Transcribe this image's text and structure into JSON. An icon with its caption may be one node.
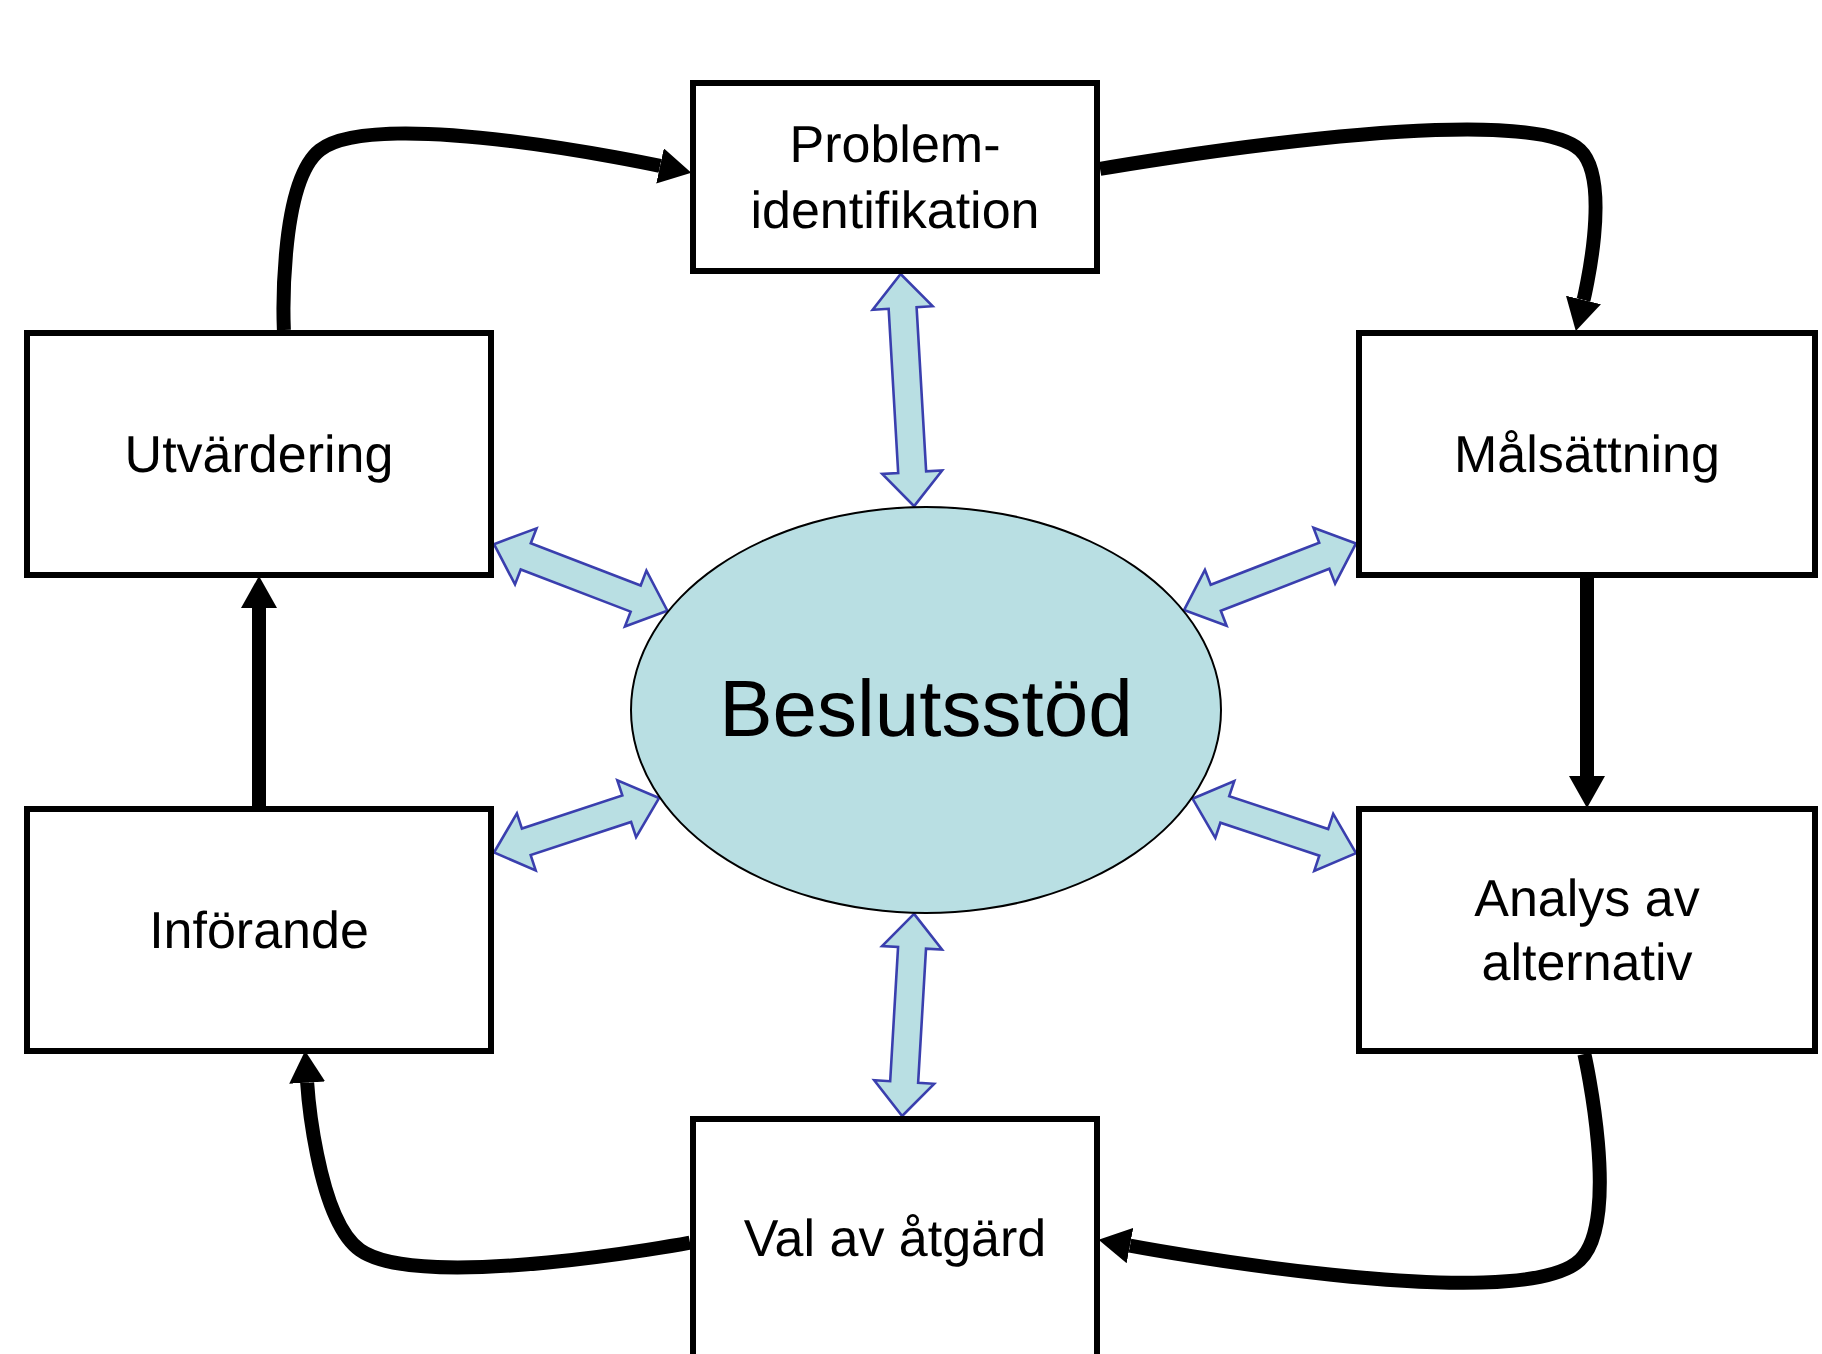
{
  "diagram": {
    "nodes": [
      {
        "text": [
          "Problem- identifikation"
        ]
      },
      {
        "text": [
          "Målsättning"
        ]
      },
      {
        "text": [
          "Analys av alternativ"
        ]
      },
      {
        "text": [
          "Val av åtgärd"
        ]
      },
      {
        "text": [
          "Införande"
        ]
      },
      {
        "text": [
          "Utvärdering"
        ]
      },
      {
        "text": [
          "Beslutsstöd"
        ]
      }
    ],
    "edges": [
      {
        "from": 0,
        "to": 1,
        "arrow": "to"
      },
      {
        "from": 1,
        "to": 2,
        "arrow": "to"
      },
      {
        "from": 2,
        "to": 3,
        "arrow": "to"
      },
      {
        "from": 3,
        "to": 4,
        "arrow": "to"
      },
      {
        "from": 4,
        "to": 5,
        "arrow": "to"
      },
      {
        "from": 5,
        "to": 0,
        "arrow": "to"
      },
      {
        "from": 6,
        "to": 0,
        "arrow": "both",
        "style": "thick",
        "color": "#b9dfe3"
      },
      {
        "from": 6,
        "to": 1,
        "arrow": "both",
        "style": "thick",
        "color": "#b9dfe3"
      },
      {
        "from": 6,
        "to": 2,
        "arrow": "both",
        "style": "thick",
        "color": "#b9dfe3"
      },
      {
        "from": 6,
        "to": 3,
        "arrow": "both",
        "style": "thick",
        "color": "#b9dfe3"
      },
      {
        "from": 6,
        "to": 4,
        "arrow": "both",
        "style": "thick",
        "color": "#b9dfe3"
      },
      {
        "from": 6,
        "to": 5,
        "arrow": "both",
        "style": "thick",
        "color": "#b9dfe3"
      }
    ]
  }
}
